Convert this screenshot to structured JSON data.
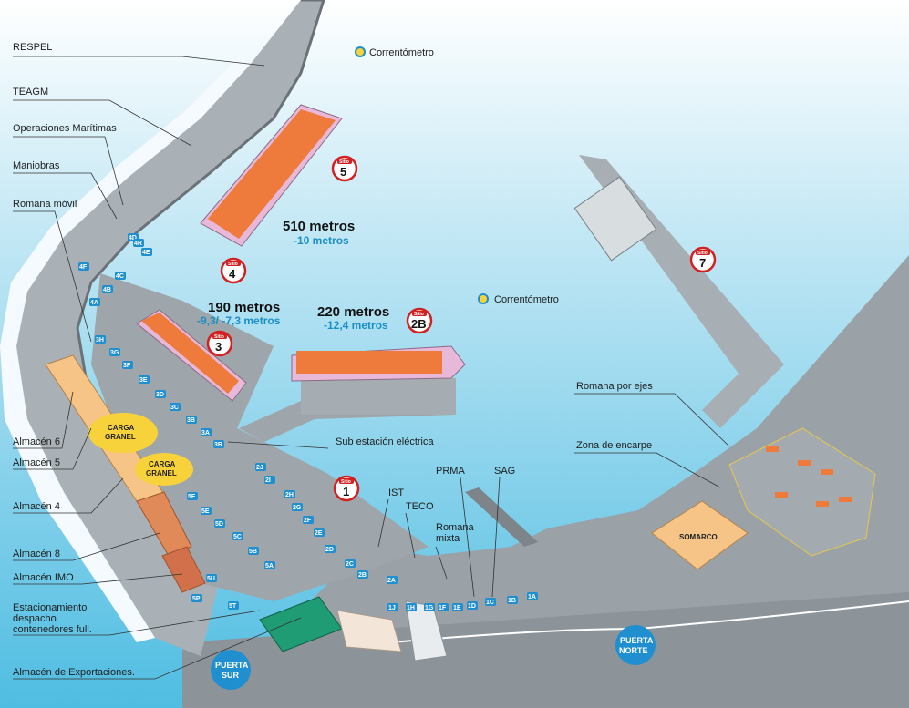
{
  "legend": {
    "current_meter_top": "Correntómetro",
    "current_meter_mid": "Correntómetro"
  },
  "left_labels": {
    "respel": "RESPEL",
    "teagm": "TEAGM",
    "operaciones": "Operaciones Marítimas",
    "maniobras": "Maniobras",
    "romana_movil": "Romana móvil",
    "almacen6": "Almacén 6",
    "almacen5": "Almacén 5",
    "almacen4": "Almacén 4",
    "almacen8": "Almacén 8",
    "almacen_imo": "Almacén IMO",
    "estacionamiento_1": "Estacionamiento",
    "estacionamiento_2": "despacho",
    "estacionamiento_3": "contenedores full.",
    "almacen_export": "Almacén de Exportaciones."
  },
  "right_labels": {
    "romana_ejes": "Romana por ejes",
    "zona_encarpe": "Zona de encarpe",
    "somarco": "SOMARCO",
    "sub_estacion": "Sub estación eléctrica",
    "prma": "PRMA",
    "sag": "SAG",
    "ist": "IST",
    "teco": "TECO",
    "romana_mixta_1": "Romana",
    "romana_mixta_2": "mixta"
  },
  "berths": {
    "sitio_word": "Sitio",
    "s5": "5",
    "s4": "4",
    "s3": "3",
    "s2b": "2B",
    "s1": "1",
    "s7": "7"
  },
  "measures": {
    "m510": "510 metros",
    "m510_depth": "-10 metros",
    "m190": "190 metros",
    "m190_depth": "-9,3/ -7,3 metros",
    "m220": "220 metros",
    "m220_depth": "-12,4 metros"
  },
  "cargo": {
    "line1": "CARGA",
    "line2": "GRANEL"
  },
  "gates": {
    "sur_1": "PUERTA",
    "sur_2": "SUR",
    "norte_1": "PUERTA",
    "norte_2": "NORTE"
  },
  "bays": {
    "r4": [
      "4F",
      "4E",
      "4D",
      "4C",
      "4B",
      "4A",
      "4R"
    ],
    "r3": [
      "3H",
      "3G",
      "3F",
      "3E",
      "3D",
      "3C",
      "3B",
      "3A",
      "3R"
    ],
    "r2": [
      "2J",
      "2I",
      "2H",
      "2G",
      "2F",
      "2E",
      "2D",
      "2C",
      "2B",
      "2A"
    ],
    "r5": [
      "5F",
      "5E",
      "5D",
      "5C",
      "5B",
      "5A"
    ],
    "r1": [
      "1J",
      "1H",
      "1G",
      "1F",
      "1E",
      "1D",
      "1C",
      "1B",
      "1A"
    ],
    "misc": [
      "5U",
      "5P",
      "5T"
    ]
  },
  "colors": {
    "sea": "#57c1e4",
    "land": "#9aa2a8",
    "container": "#ee7a3c",
    "warehouse": "#f5c486",
    "bulk": "#f7d23a",
    "gate_blue": "#1f8fcf",
    "hull": "#e8b8d8",
    "green": "#1f9c74"
  }
}
